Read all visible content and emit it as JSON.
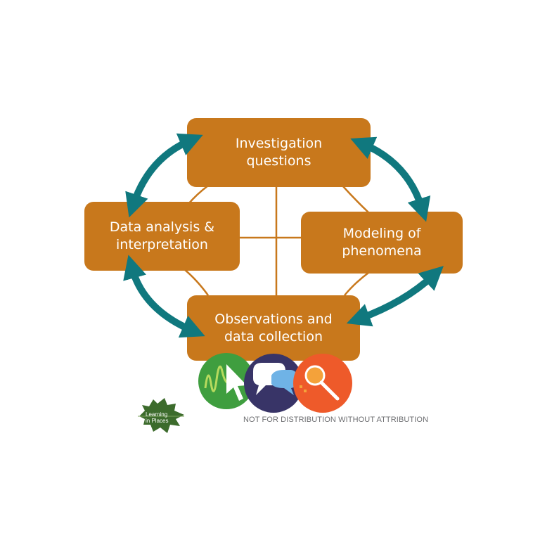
{
  "colors": {
    "box": "#C8781C",
    "connector": "#C8781C",
    "arrow": "#10787E",
    "icon_green": "#3F9E3F",
    "icon_navy": "#383467",
    "icon_orange": "#EE5A2A",
    "leaf": "#3C6B2C",
    "footer_text": "#6D6E71"
  },
  "nodes": {
    "top": "Investigation\nquestions",
    "left": "Data analysis &\ninterpretation",
    "right": "Modeling of\nphenomena",
    "bottom": "Observations and\ndata collection"
  },
  "icons": [
    "chart-cursor-icon",
    "speech-bubbles-icon",
    "magnifier-icon"
  ],
  "logo": {
    "text": "Learning\nin Places",
    "icon": "leaf-icon"
  },
  "footer": "NOT FOR DISTRIBUTION WITHOUT ATTRIBUTION"
}
